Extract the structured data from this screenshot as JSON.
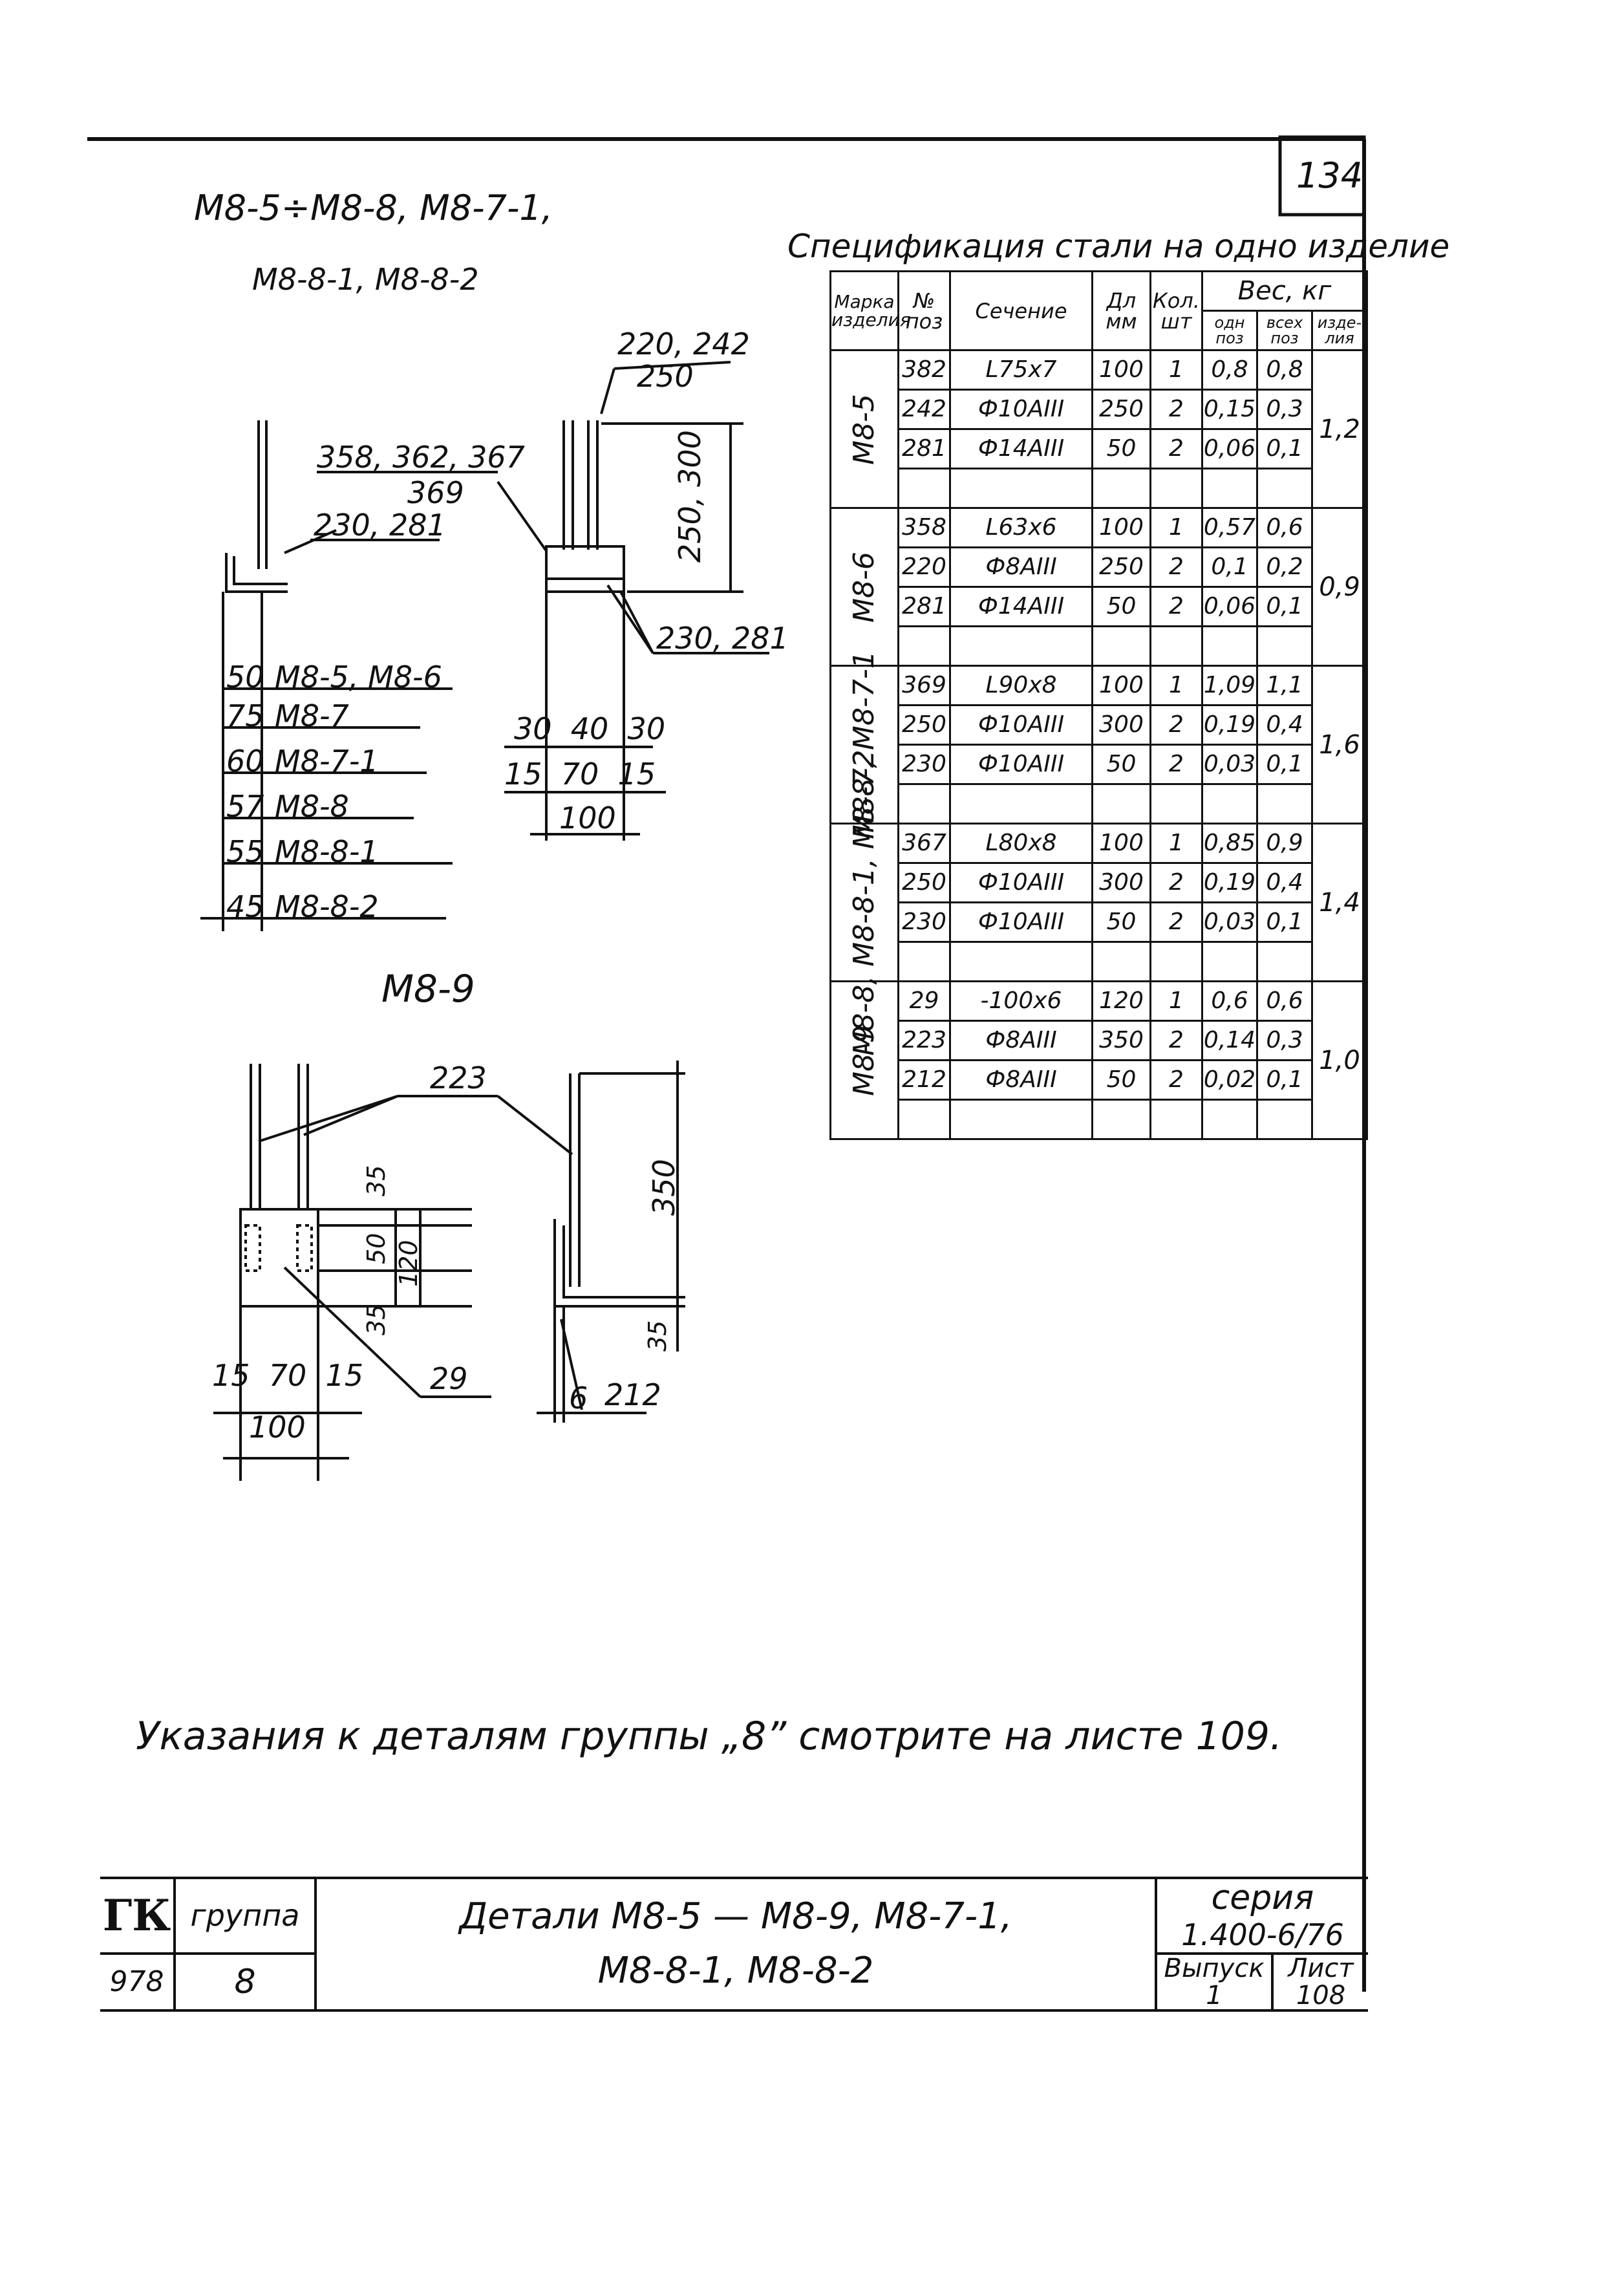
{
  "page_number": "134",
  "header_title": {
    "line1": "М8-5÷М8-8, М8-7-1,",
    "line2": "М8-8-1, М8-8-2"
  },
  "spec": {
    "title": "Спецификация стали на одно изделие",
    "headers": {
      "mark": "Марка изделия",
      "pos": "№ поз",
      "section": "Сечение",
      "length": "Дл мм",
      "qty": "Кол. шт",
      "weight": "Вес, кг",
      "w_one": "одн поз",
      "w_all": "всех поз",
      "w_item": "изде-лия"
    },
    "groups": [
      {
        "mark": "М8-5",
        "item_weight": "1,2",
        "rows": [
          {
            "pos": "382",
            "section": "L75x7",
            "length": "100",
            "qty": "1",
            "one": "0,8",
            "all": "0,8"
          },
          {
            "pos": "242",
            "section": "Ф10АIII",
            "length": "250",
            "qty": "2",
            "one": "0,15",
            "all": "0,3"
          },
          {
            "pos": "281",
            "section": "Ф14АIII",
            "length": "50",
            "qty": "2",
            "one": "0,06",
            "all": "0,1"
          }
        ]
      },
      {
        "mark": "М8-6",
        "item_weight": "0,9",
        "rows": [
          {
            "pos": "358",
            "section": "L63x6",
            "length": "100",
            "qty": "1",
            "one": "0,57",
            "all": "0,6"
          },
          {
            "pos": "220",
            "section": "Ф8АIII",
            "length": "250",
            "qty": "2",
            "one": "0,1",
            "all": "0,2"
          },
          {
            "pos": "281",
            "section": "Ф14АIII",
            "length": "50",
            "qty": "2",
            "one": "0,06",
            "all": "0,1"
          }
        ]
      },
      {
        "mark": "М8-7, М8-7-1",
        "item_weight": "1,6",
        "rows": [
          {
            "pos": "369",
            "section": "L90x8",
            "length": "100",
            "qty": "1",
            "one": "1,09",
            "all": "1,1"
          },
          {
            "pos": "250",
            "section": "Ф10АIII",
            "length": "300",
            "qty": "2",
            "one": "0,19",
            "all": "0,4"
          },
          {
            "pos": "230",
            "section": "Ф10АIII",
            "length": "50",
            "qty": "2",
            "one": "0,03",
            "all": "0,1"
          }
        ]
      },
      {
        "mark": "М8-8, М8-8-1, М8-8-2",
        "item_weight": "1,4",
        "rows": [
          {
            "pos": "367",
            "section": "L80x8",
            "length": "100",
            "qty": "1",
            "one": "0,85",
            "all": "0,9"
          },
          {
            "pos": "250",
            "section": "Ф10АIII",
            "length": "300",
            "qty": "2",
            "one": "0,19",
            "all": "0,4"
          },
          {
            "pos": "230",
            "section": "Ф10АIII",
            "length": "50",
            "qty": "2",
            "one": "0,03",
            "all": "0,1"
          }
        ]
      },
      {
        "mark": "М8-9",
        "item_weight": "1,0",
        "rows": [
          {
            "pos": "29",
            "section": "-100x6",
            "length": "120",
            "qty": "1",
            "one": "0,6",
            "all": "0,6"
          },
          {
            "pos": "223",
            "section": "Ф8АIII",
            "length": "350",
            "qty": "2",
            "one": "0,14",
            "all": "0,3"
          },
          {
            "pos": "212",
            "section": "Ф8АIII",
            "length": "50",
            "qty": "2",
            "one": "0,02",
            "all": "0,1"
          }
        ]
      }
    ]
  },
  "drawing1": {
    "callout_220_242": "220, 242",
    "callout_250": "250",
    "callout_358": "358, 362, 367",
    "callout_369": "369",
    "callout_230_281_left": "230, 281",
    "callout_230_281_right": "230, 281",
    "dim_height": "250, 300",
    "dims_left": [
      {
        "value": "50",
        "label": "М8-5, М8-6"
      },
      {
        "value": "75",
        "label": "М8-7"
      },
      {
        "value": "60",
        "label": "М8-7-1"
      },
      {
        "value": "57",
        "label": "М8-8"
      },
      {
        "value": "55",
        "label": "М8-8-1"
      },
      {
        "value": "45",
        "label": "М8-8-2"
      }
    ],
    "dim_top_row": "30  40  30",
    "dim_mid_row": "15  70  15",
    "dim_width": "100"
  },
  "drawing2": {
    "title": "М8-9",
    "callout_223": "223",
    "callout_29": "29",
    "callout_212": "212",
    "dim_350": "350",
    "dim_35_top": "35",
    "dim_50": "50",
    "dim_120": "120",
    "dim_35_bot": "35",
    "dim_35_right": "35",
    "dim_6": "6",
    "dim_row": "15  70  15",
    "dim_width": "100"
  },
  "note": "Указания к деталям группы „8” смотрите на листе 109.",
  "title_block": {
    "org": "ГК",
    "group_label": "группа",
    "group_value": "8",
    "code": "978",
    "title_line1": "Детали М8-5 — М8-9, М8-7-1,",
    "title_line2": "М8-8-1, М8-8-2",
    "series_label": "серия",
    "series_value": "1.400-6/76",
    "issue_label": "Выпуск",
    "issue_value": "1",
    "sheet_label": "Лист",
    "sheet_value": "108"
  }
}
